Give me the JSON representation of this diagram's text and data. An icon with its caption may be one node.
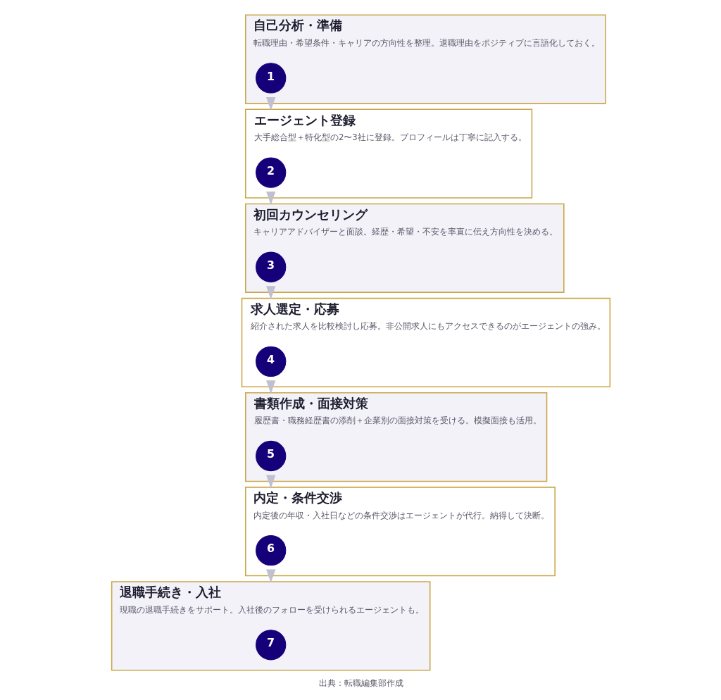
{
  "diagram": {
    "caption": "出典：転職編集部作成",
    "nodes": [
      {
        "text": [
          "自己分析・準備",
          "転職理由・希望条件・キャリアの方向性を整理。退職理由をポジティブに言語化しておく。"
        ]
      },
      {
        "text": [
          "1"
        ],
        "in": 0
      },
      {
        "text": [
          "エージェント登録",
          "大手総合型＋特化型の2〜3社に登録。プロフィールは丁寧に記入する。"
        ]
      },
      {
        "text": [
          "2"
        ],
        "in": 2
      },
      {
        "text": [
          "初回カウンセリング",
          "キャリアアドバイザーと面談。経歴・希望・不安を率直に伝え方向性を決める。"
        ]
      },
      {
        "text": [
          "3"
        ],
        "in": 4
      },
      {
        "text": [
          "求人選定・応募",
          "紹介された求人を比較検討し応募。非公開求人にもアクセスできるのがエージェントの強み。"
        ]
      },
      {
        "text": [
          "4"
        ],
        "in": 6
      },
      {
        "text": [
          "書類作成・面接対策",
          "履歴書・職務経歴書の添削＋企業別の面接対策を受ける。模擬面接も活用。"
        ]
      },
      {
        "text": [
          "5"
        ],
        "in": 8
      },
      {
        "text": [
          "内定・条件交渉",
          "内定後の年収・入社日などの条件交渉はエージェントが代行。納得して決断。"
        ]
      },
      {
        "text": [
          "6"
        ],
        "in": 10
      },
      {
        "text": [
          "退職手続き・入社",
          "現職の退職手続きをサポート。入社後のフォローを受けられるエージェントも。"
        ]
      },
      {
        "text": [
          "7"
        ],
        "in": 12
      }
    ],
    "edges": [
      {
        "from": 0,
        "to": 2,
        "arrow": "to"
      },
      {
        "from": 2,
        "to": 4,
        "arrow": "to"
      },
      {
        "from": 4,
        "to": 6,
        "arrow": "to"
      },
      {
        "from": 6,
        "to": 8,
        "arrow": "to"
      },
      {
        "from": 8,
        "to": 10,
        "arrow": "to"
      },
      {
        "from": 10,
        "to": 12,
        "arrow": "to"
      }
    ]
  }
}
